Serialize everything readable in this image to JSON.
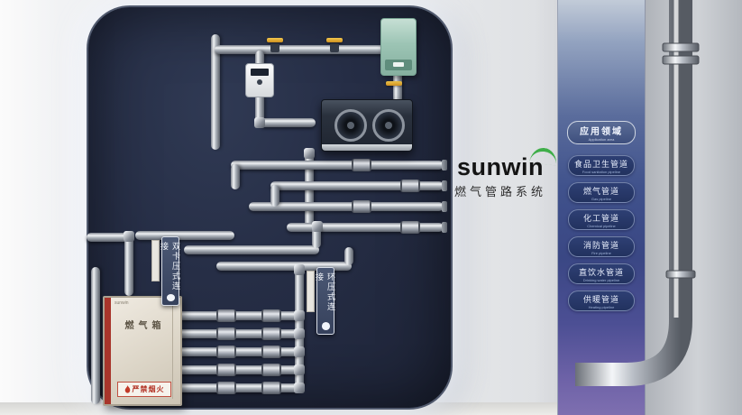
{
  "logo": {
    "brand": "sunwin",
    "subtitle": "燃气管路系统"
  },
  "board": {
    "signs": {
      "dual": "双卡压式连接",
      "ring": "环压式连接"
    },
    "cabinet": {
      "brand": "sunwin",
      "label": "燃气箱",
      "warning": "严禁烟火"
    }
  },
  "side_panel": {
    "header": {
      "label": "应用领域",
      "sublabel": "Application area"
    },
    "items": [
      {
        "label": "食品卫生管道",
        "sublabel": "Food sanitation pipeline"
      },
      {
        "label": "燃气管道",
        "sublabel": "Gas pipeline"
      },
      {
        "label": "化工管道",
        "sublabel": "Chemical pipeline"
      },
      {
        "label": "消防管道",
        "sublabel": "Fire pipeline"
      },
      {
        "label": "直饮水管道",
        "sublabel": "Drinking water pipeline"
      },
      {
        "label": "供暖管道",
        "sublabel": "Heating pipeline"
      }
    ]
  }
}
